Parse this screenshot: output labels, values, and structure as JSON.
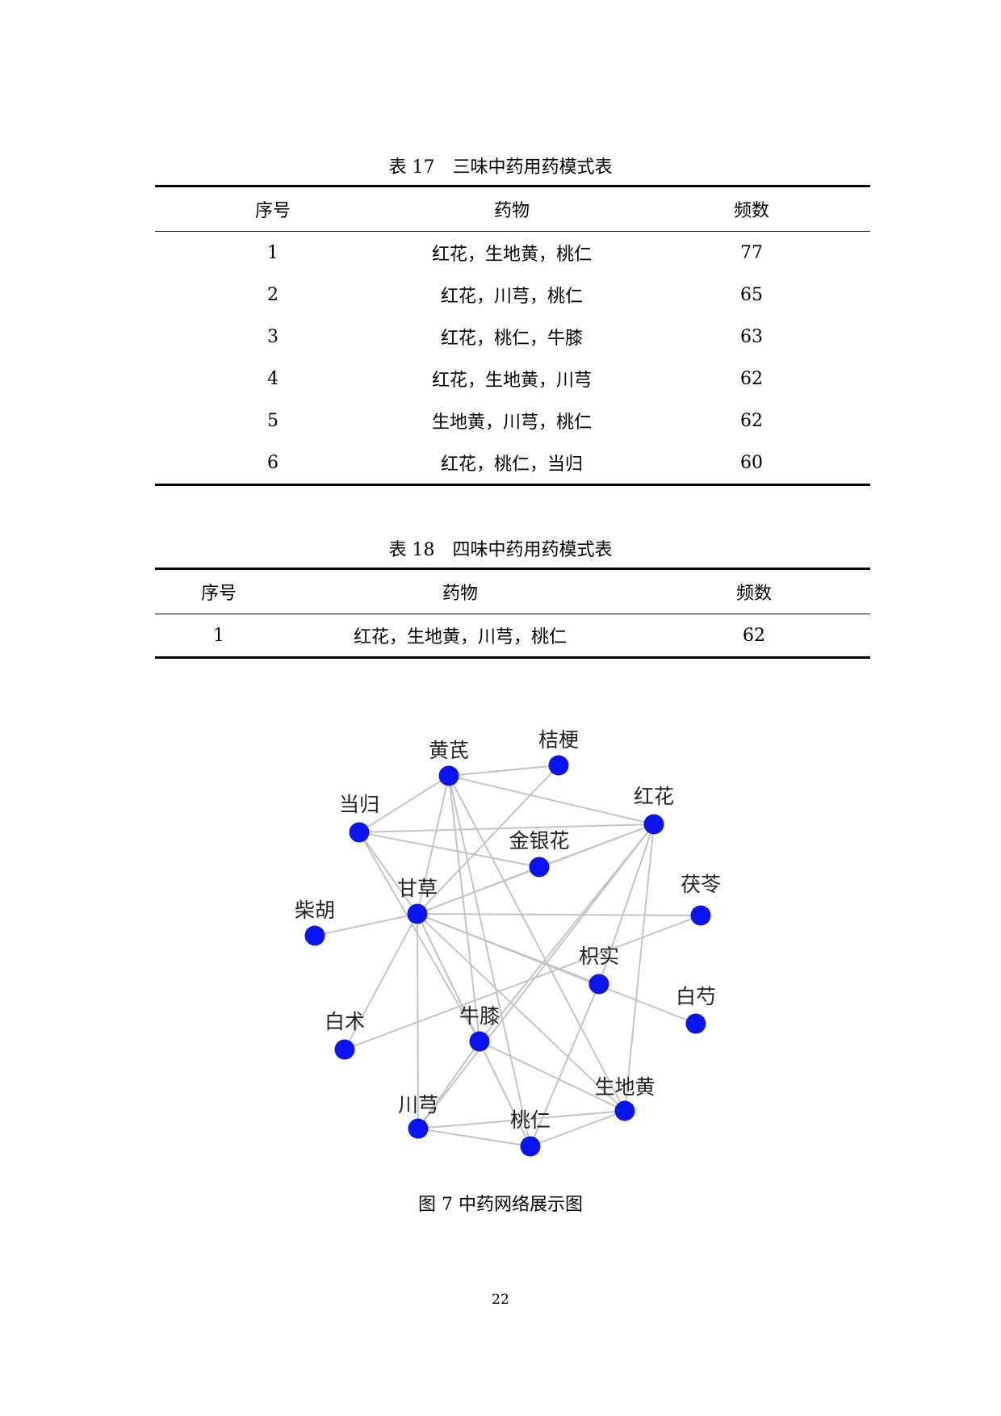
{
  "table17": {
    "caption": "表 17　三味中药用药模式表",
    "headers": [
      "序号",
      "药物",
      "频数"
    ],
    "rows": [
      [
        "1",
        "红花，生地黄，桃仁",
        "77"
      ],
      [
        "2",
        "红花，川芎，桃仁",
        "65"
      ],
      [
        "3",
        "红花，桃仁，牛膝",
        "63"
      ],
      [
        "4",
        "红花，生地黄，川芎",
        "62"
      ],
      [
        "5",
        "生地黄，川芎，桃仁",
        "62"
      ],
      [
        "6",
        "红花，桃仁，当归",
        "60"
      ]
    ]
  },
  "table18": {
    "caption": "表 18　四味中药用药模式表",
    "headers": [
      "序号",
      "药物",
      "频数"
    ],
    "rows": [
      [
        "1",
        "红花，生地黄，川芎，桃仁",
        "62"
      ]
    ]
  },
  "figure": {
    "caption": "图 7  中药网络展示图",
    "node_color": "#0a14f0",
    "edge_color": "#c4c4c4",
    "nodes": [
      "黄芪",
      "桔梗",
      "红花",
      "当归",
      "金银花",
      "甘草",
      "柴胡",
      "茯苓",
      "枳实",
      "白芍",
      "白术",
      "牛膝",
      "生地黄",
      "川芎",
      "桃仁"
    ],
    "edges": [
      [
        "黄芪",
        "桔梗"
      ],
      [
        "黄芪",
        "红花"
      ],
      [
        "黄芪",
        "当归"
      ],
      [
        "黄芪",
        "甘草"
      ],
      [
        "黄芪",
        "生地黄"
      ],
      [
        "黄芪",
        "桃仁"
      ],
      [
        "黄芪",
        "牛膝"
      ],
      [
        "桔梗",
        "甘草"
      ],
      [
        "当归",
        "红花"
      ],
      [
        "当归",
        "金银花"
      ],
      [
        "当归",
        "甘草"
      ],
      [
        "当归",
        "牛膝"
      ],
      [
        "红花",
        "金银花"
      ],
      [
        "红花",
        "甘草"
      ],
      [
        "红花",
        "枳实"
      ],
      [
        "红花",
        "川芎"
      ],
      [
        "红花",
        "生地黄"
      ],
      [
        "红花",
        "牛膝"
      ],
      [
        "金银花",
        "甘草"
      ],
      [
        "甘草",
        "柴胡"
      ],
      [
        "甘草",
        "茯苓"
      ],
      [
        "甘草",
        "白术"
      ],
      [
        "甘草",
        "枳实"
      ],
      [
        "甘草",
        "白芍"
      ],
      [
        "甘草",
        "牛膝"
      ],
      [
        "甘草",
        "川芎"
      ],
      [
        "甘草",
        "桃仁"
      ],
      [
        "甘草",
        "生地黄"
      ],
      [
        "茯苓",
        "白术"
      ],
      [
        "枳实",
        "桃仁"
      ],
      [
        "牛膝",
        "川芎"
      ],
      [
        "牛膝",
        "生地黄"
      ],
      [
        "牛膝",
        "桃仁"
      ],
      [
        "川芎",
        "生地黄"
      ],
      [
        "川芎",
        "桃仁"
      ],
      [
        "桃仁",
        "生地黄"
      ]
    ]
  },
  "page_number": "22"
}
